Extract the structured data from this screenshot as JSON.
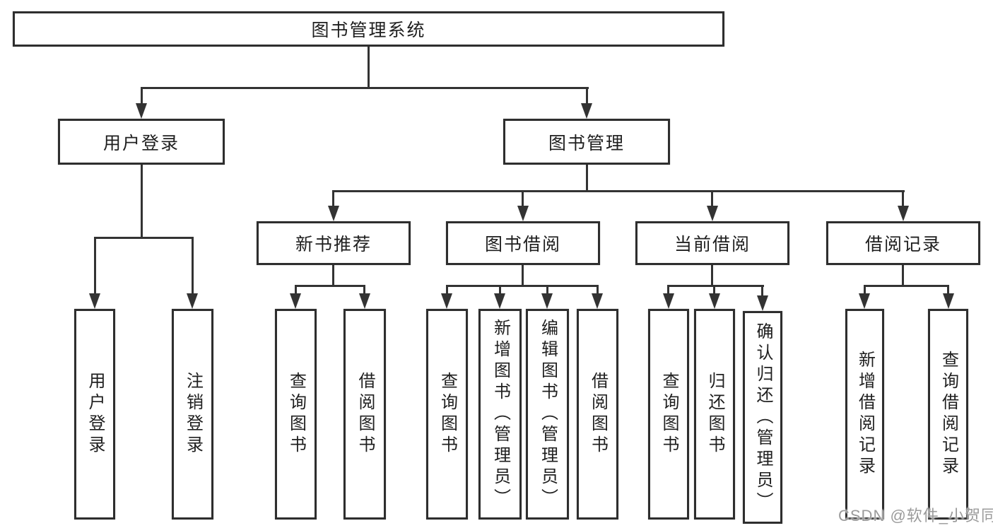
{
  "tree": {
    "label": "图书管理系统",
    "children": [
      {
        "label": "用户登录",
        "children": [
          {
            "label": "用户登录"
          },
          {
            "label": "注销登录"
          }
        ]
      },
      {
        "label": "图书管理",
        "children": [
          {
            "label": "新书推荐",
            "children": [
              {
                "label": "查询图书"
              },
              {
                "label": "借阅图书"
              }
            ]
          },
          {
            "label": "图书借阅",
            "children": [
              {
                "label": "查询图书"
              },
              {
                "label": "新增图书（管理员）"
              },
              {
                "label": "编辑图书（管理员）"
              },
              {
                "label": "借阅图书"
              }
            ]
          },
          {
            "label": "当前借阅",
            "children": [
              {
                "label": "查询图书"
              },
              {
                "label": "归还图书"
              },
              {
                "label": "确认归还（管理员）"
              }
            ]
          },
          {
            "label": "借阅记录",
            "children": [
              {
                "label": "新增借阅记录"
              },
              {
                "label": "查询借阅记录"
              }
            ]
          }
        ]
      }
    ]
  },
  "watermark": {
    "text": "CSDN @软件_小贺同学"
  },
  "colors": {
    "line": "#333333",
    "box_border": "#2e2e2e",
    "text": "#1f1f1f",
    "watermark": "#9b9b9b",
    "background": "#ffffff"
  }
}
